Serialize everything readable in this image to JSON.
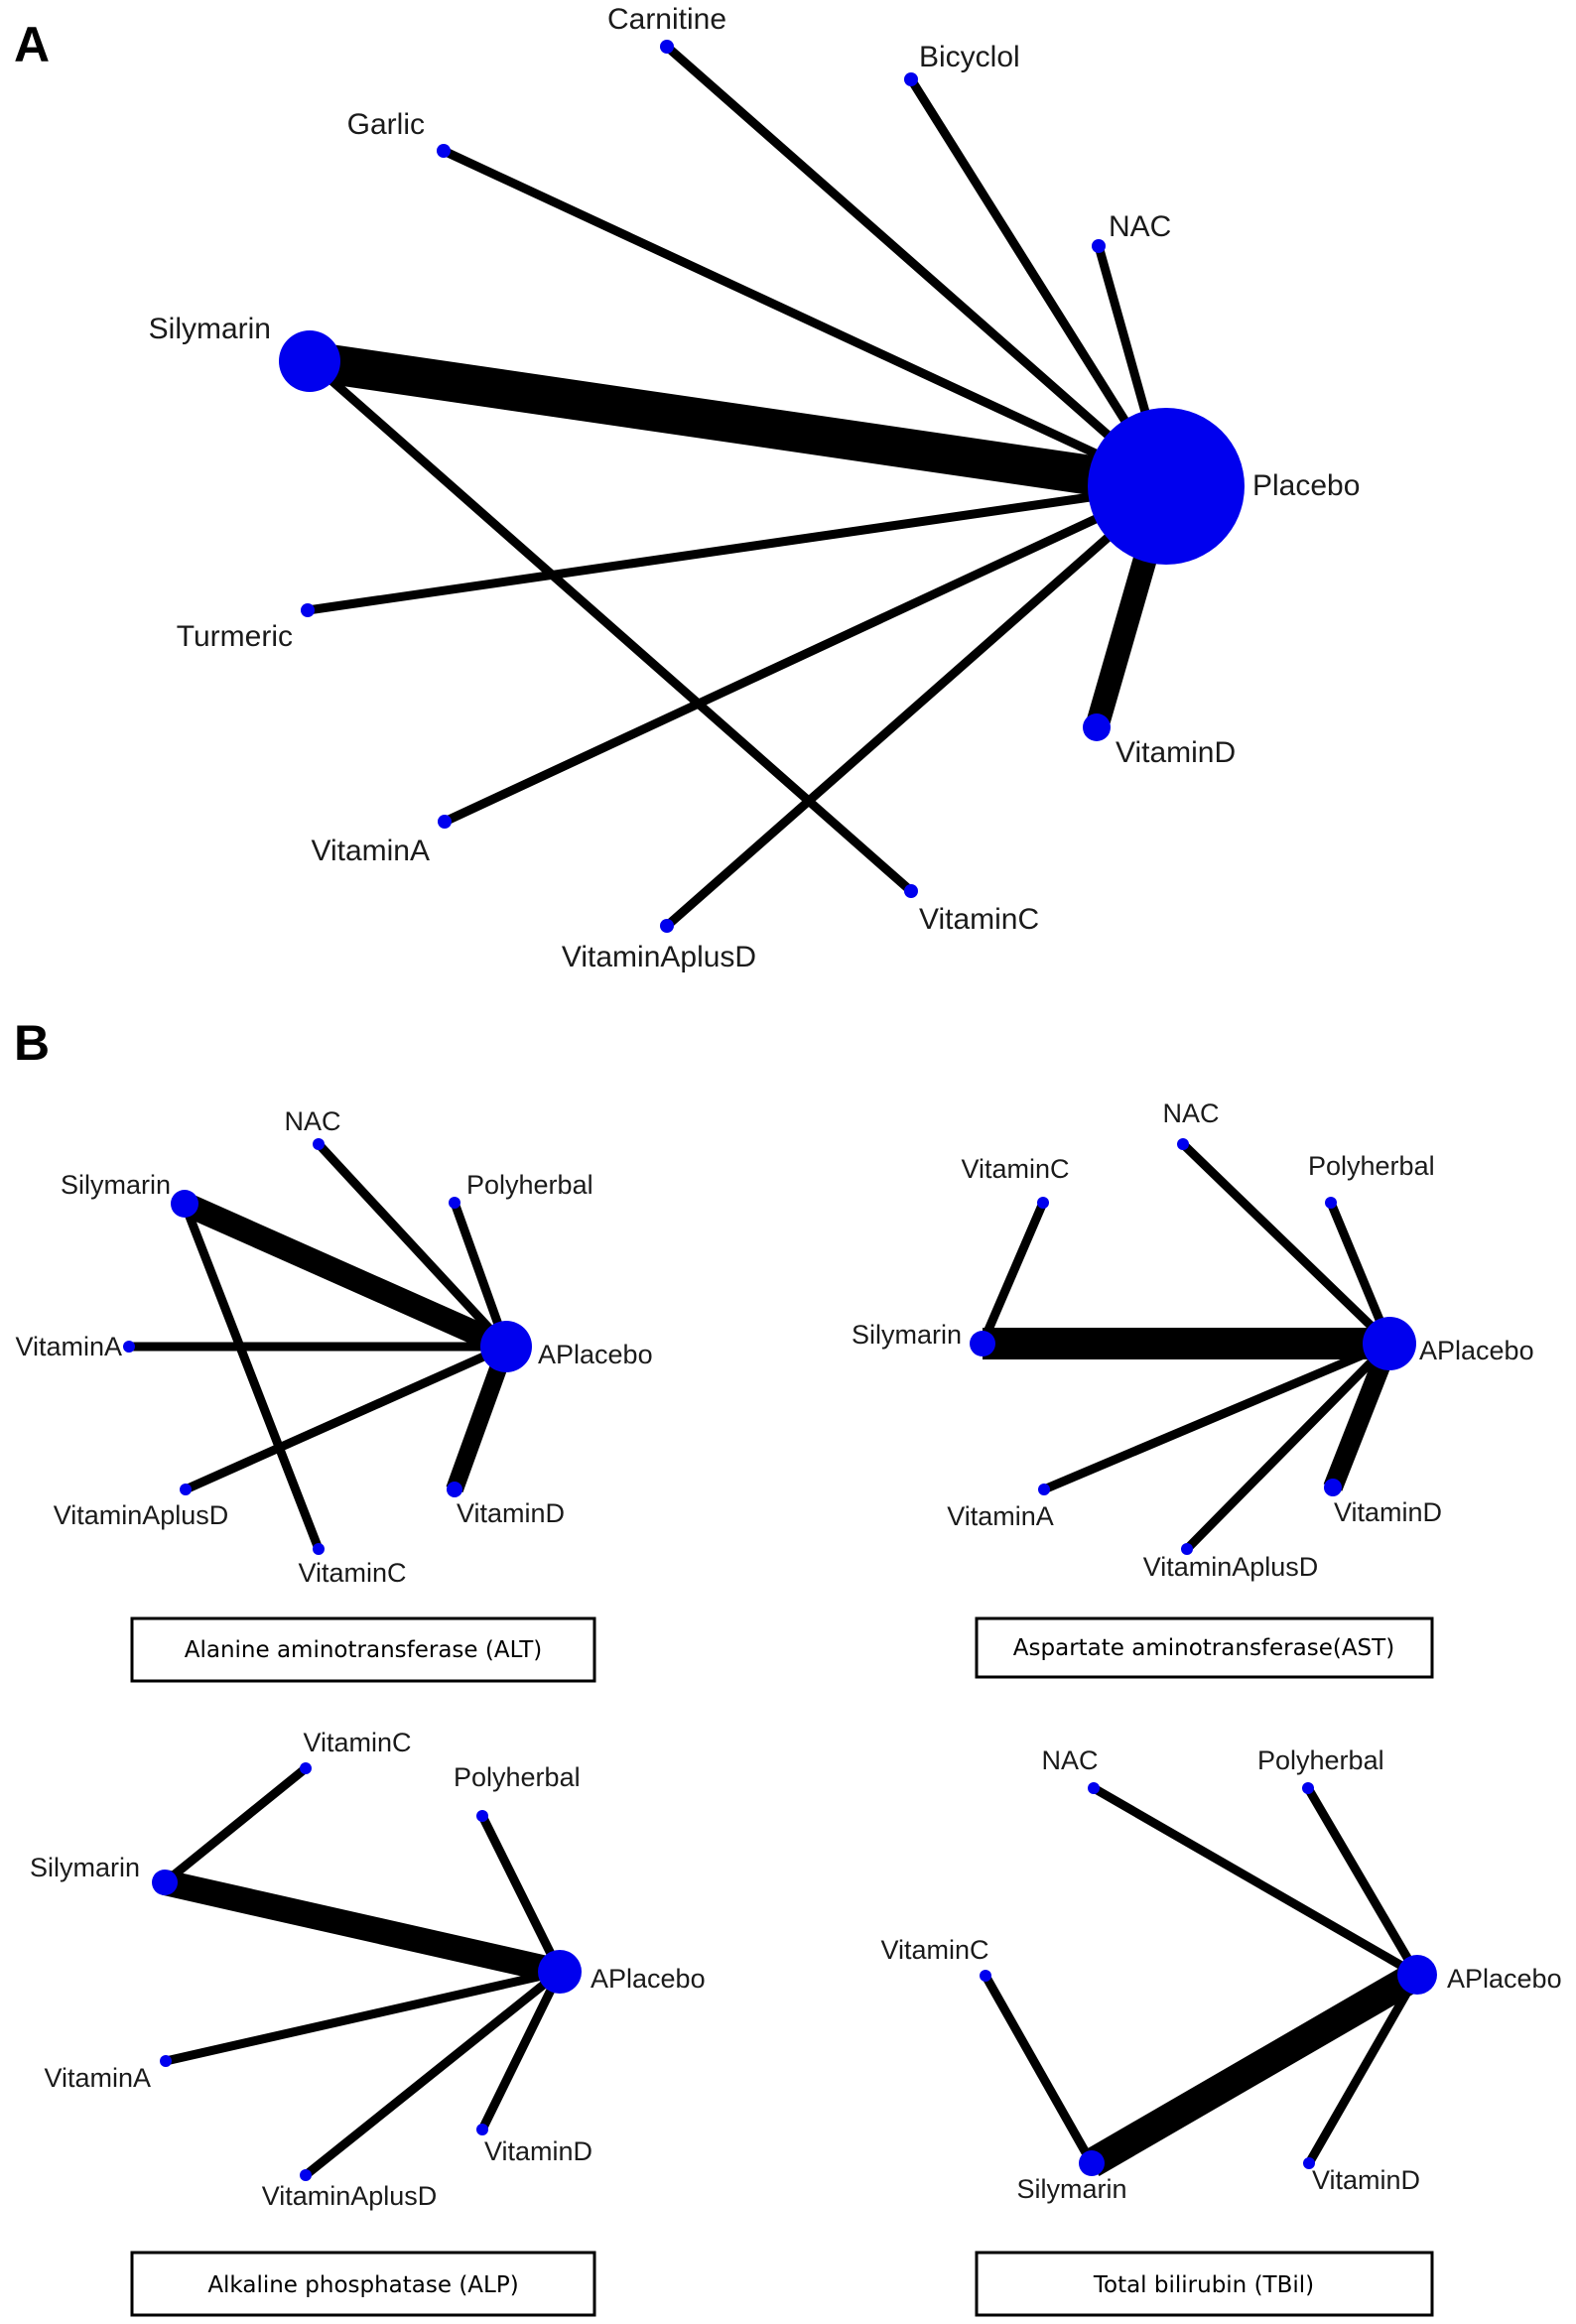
{
  "colors": {
    "node": "#0000ee",
    "edge": "#000000"
  },
  "panels": {
    "A": {
      "letter": "A",
      "nodes": {
        "Carnitine": "Carnitine",
        "Bicyclol": "Bicyclol",
        "Garlic": "Garlic",
        "NAC": "NAC",
        "Silymarin": "Silymarin",
        "Placebo": "Placebo",
        "Turmeric": "Turmeric",
        "VitaminD": "VitaminD",
        "VitaminA": "VitaminA",
        "VitaminC": "VitaminC",
        "VitaminAplusD": "VitaminAplusD"
      }
    },
    "B": {
      "letter": "B",
      "subnetworks": {
        "alt": {
          "caption": "Alanine aminotransferase (ALT)",
          "nodes": {
            "NAC": "NAC",
            "Silymarin": "Silymarin",
            "Polyherbal": "Polyherbal",
            "VitaminA": "VitaminA",
            "APlacebo": "APlacebo",
            "VitaminAplusD": "VitaminAplusD",
            "VitaminD": "VitaminD",
            "VitaminC": "VitaminC"
          }
        },
        "ast": {
          "caption": "Aspartate aminotransferase(AST)",
          "nodes": {
            "NAC": "NAC",
            "VitaminC": "VitaminC",
            "Polyherbal": "Polyherbal",
            "Silymarin": "Silymarin",
            "APlacebo": "APlacebo",
            "VitaminA": "VitaminA",
            "VitaminD": "VitaminD",
            "VitaminAplusD": "VitaminAplusD"
          }
        },
        "alp": {
          "caption": "Alkaline phosphatase (ALP)",
          "nodes": {
            "VitaminC": "VitaminC",
            "Polyherbal": "Polyherbal",
            "Silymarin": "Silymarin",
            "APlacebo": "APlacebo",
            "VitaminA": "VitaminA",
            "VitaminD": "VitaminD",
            "VitaminAplusD": "VitaminAplusD"
          }
        },
        "tbil": {
          "caption": "Total bilirubin (TBil)",
          "nodes": {
            "NAC": "NAC",
            "Polyherbal": "Polyherbal",
            "VitaminC": "VitaminC",
            "APlacebo": "APlacebo",
            "Silymarin": "Silymarin",
            "VitaminD": "VitaminD"
          }
        }
      }
    }
  }
}
